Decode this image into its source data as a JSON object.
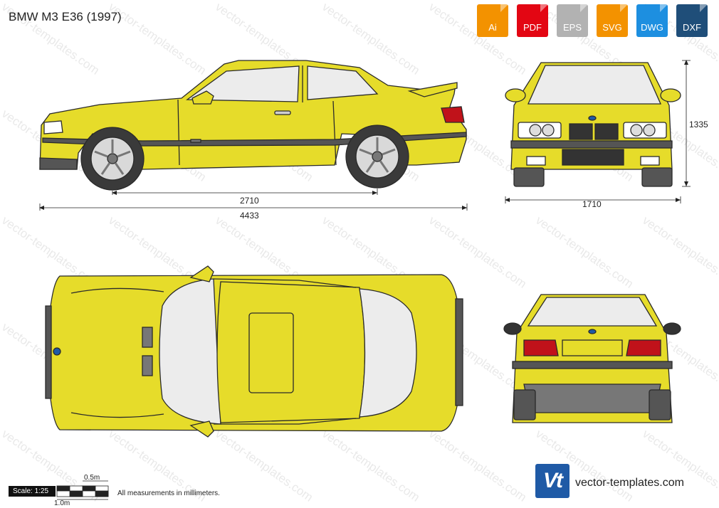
{
  "title": "BMW M3 E36 (1997)",
  "formats": [
    {
      "label": "Ai",
      "color": "#f39200"
    },
    {
      "label": "PDF",
      "color": "#e30613"
    },
    {
      "label": "EPS",
      "color": "#b2b2b2"
    },
    {
      "label": "SVG",
      "color": "#f39200"
    },
    {
      "label": "DWG",
      "color": "#1d8fe0"
    },
    {
      "label": "DXF",
      "color": "#1f4e79"
    }
  ],
  "dimensions": {
    "wheelbase": "2710",
    "length": "4433",
    "width": "1710",
    "height": "1335"
  },
  "scale": {
    "label": "Scale: 1:25",
    "half_meter": "0.5m",
    "one_meter": "1.0m"
  },
  "footnote": "All measurements in millimeters.",
  "brand": {
    "logo_text": "Vt",
    "site": "vector-templates.com"
  },
  "watermark": "vector-templates.com",
  "colors": {
    "body": "#e6dc2a",
    "outline": "#2a2a2a",
    "glass": "#ececec",
    "trim": "#555555"
  }
}
